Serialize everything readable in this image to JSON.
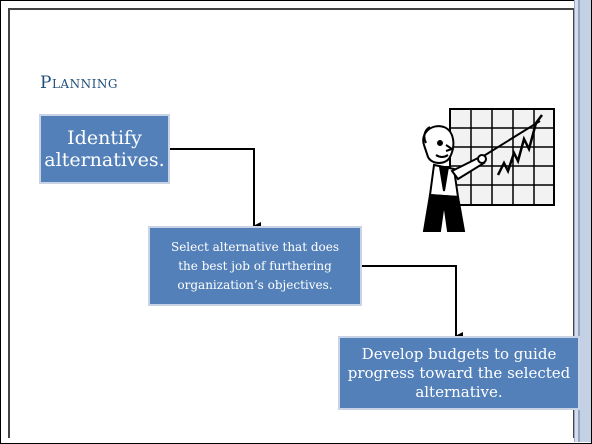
{
  "slide": {
    "title": "Planning",
    "steps": [
      {
        "text": "Identify alternatives."
      },
      {
        "text": "Select alternative that does the best job of furthering organization’s objectives."
      },
      {
        "text": "Develop budgets to guide progress toward the selected alternative."
      }
    ],
    "clipart": "presenter-pointing-at-chart",
    "colors": {
      "box_fill": "#5380b8",
      "title": "#1f4e79",
      "text": "#ffffff"
    }
  }
}
